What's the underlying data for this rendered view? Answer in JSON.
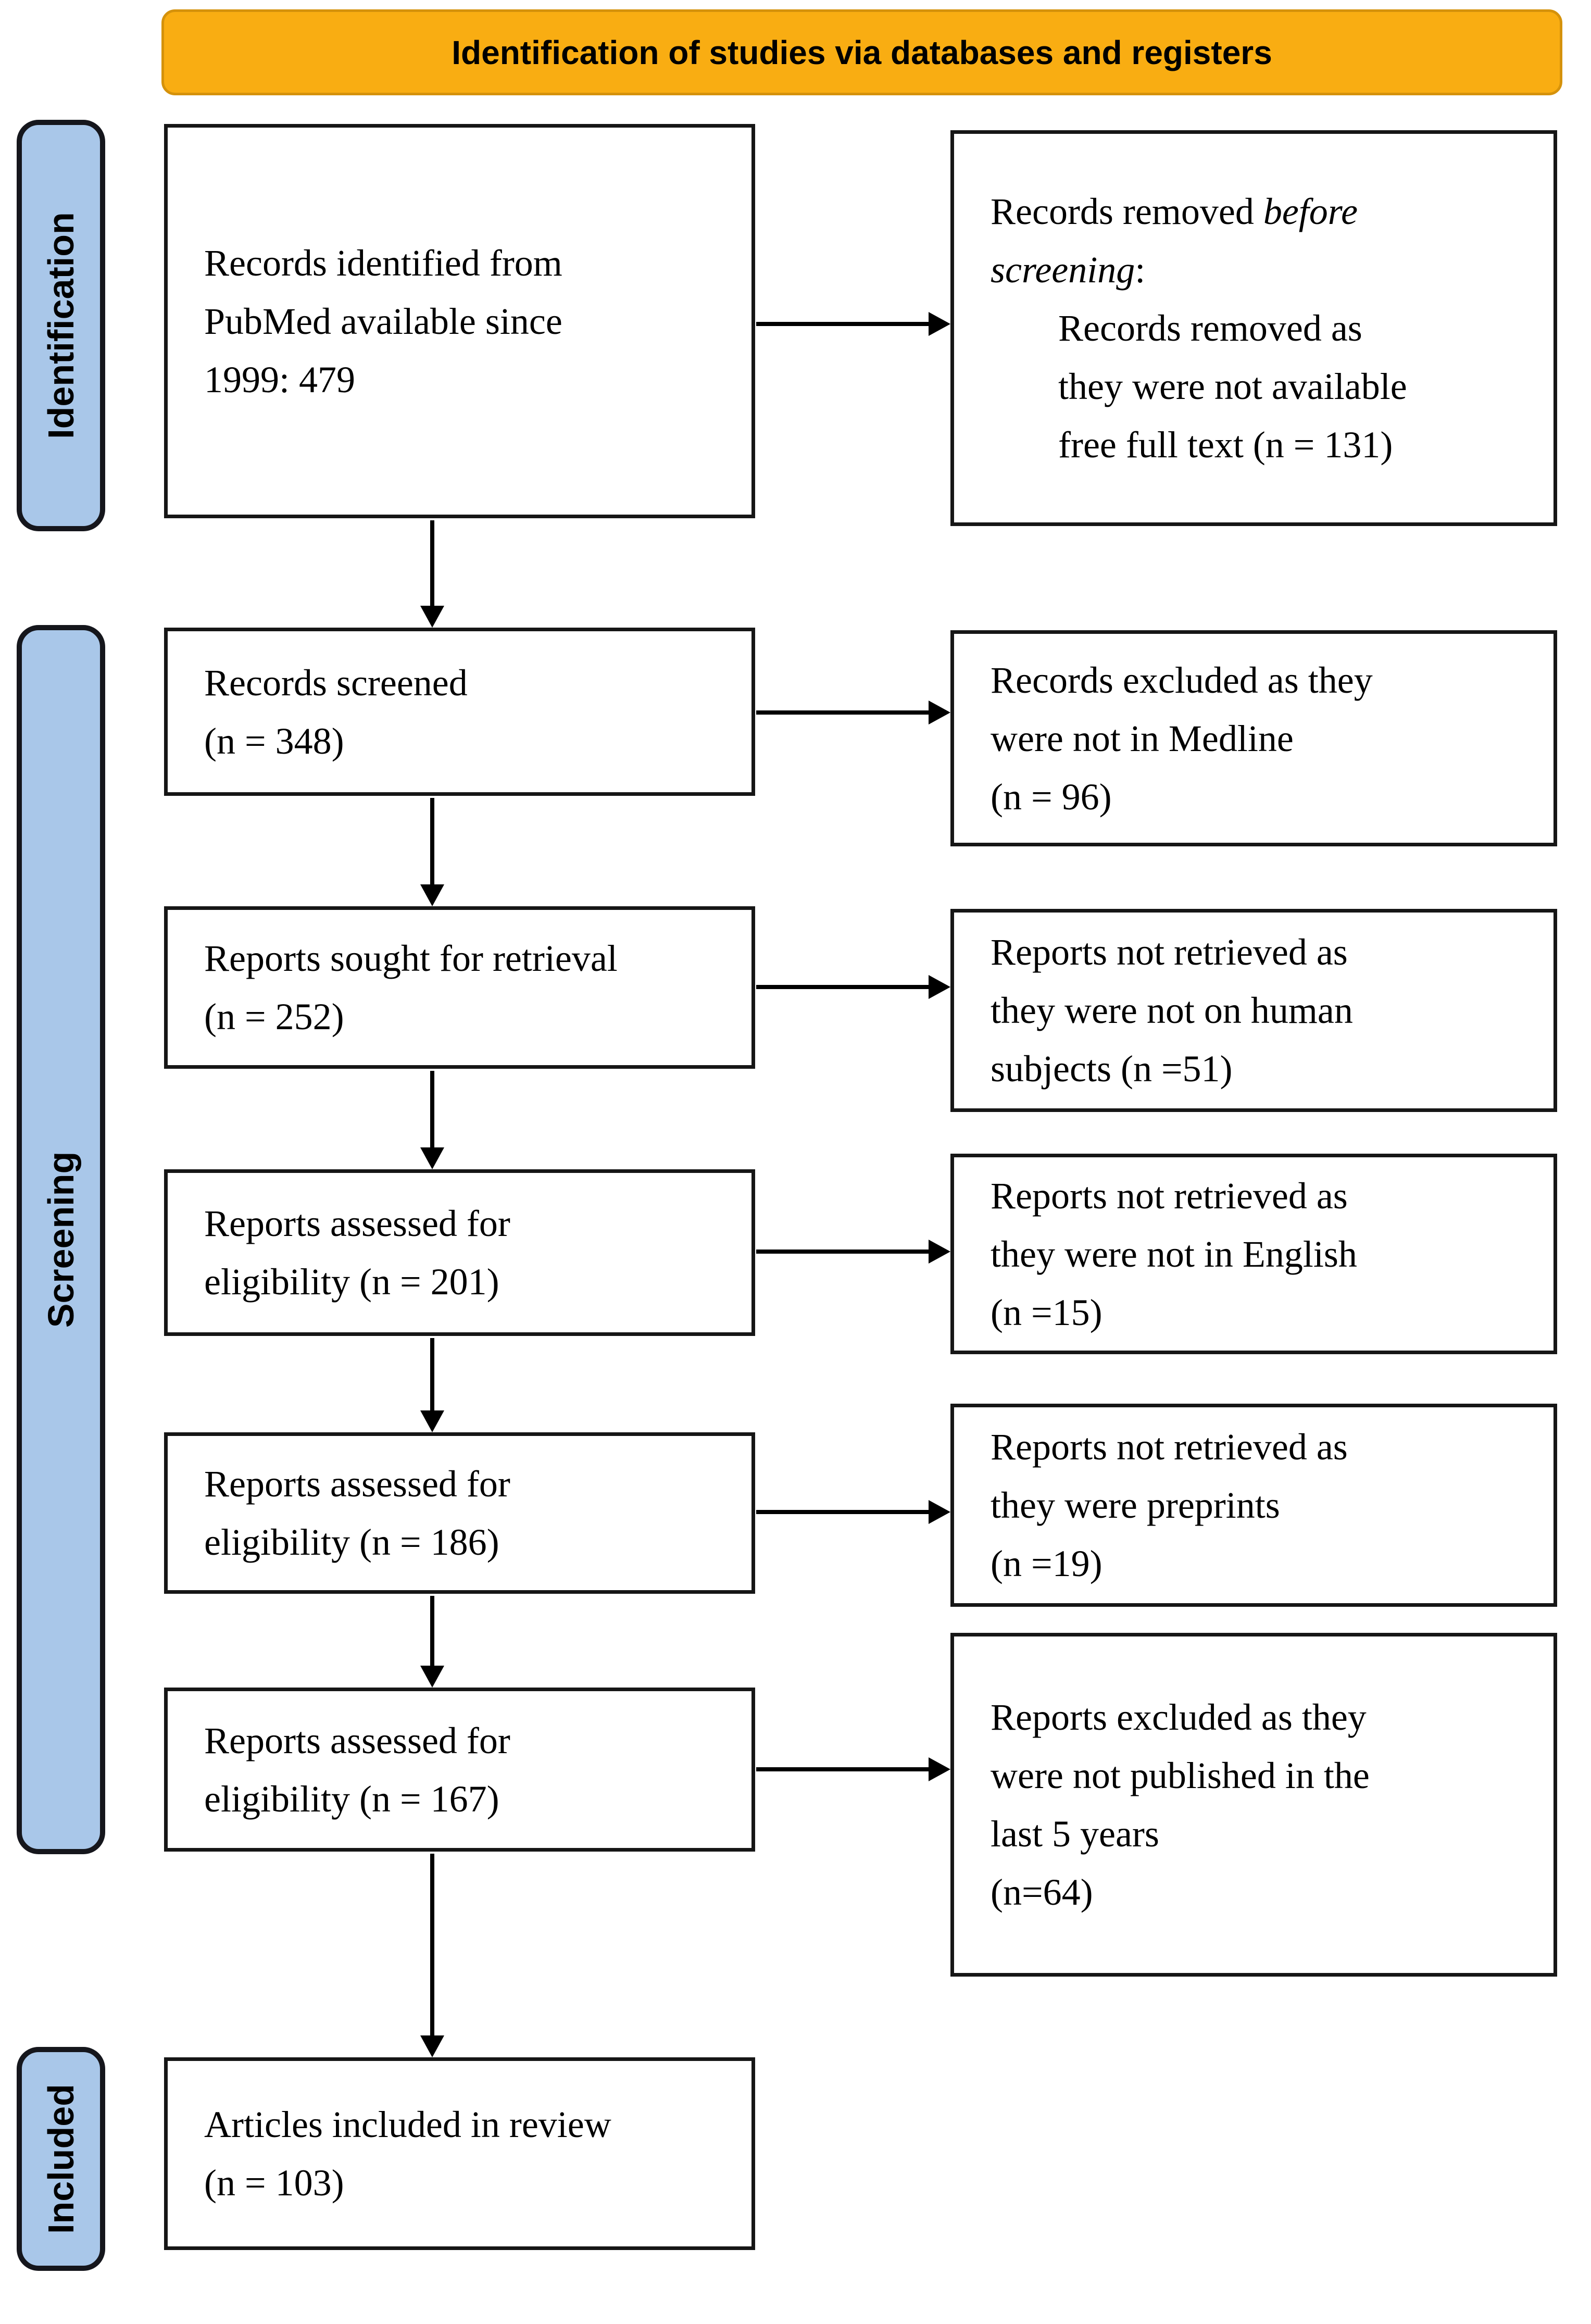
{
  "banner": {
    "label": "Identification of studies via databases and registers"
  },
  "colors": {
    "banner_bg": "#F9AD12",
    "banner_border": "#D5920B",
    "stage_bg": "#A9C7E9",
    "stage_border": "#15161C",
    "box_border": "#161616"
  },
  "stages": [
    {
      "label": "Identification"
    },
    {
      "label": "Screening"
    },
    {
      "label": "Included"
    }
  ],
  "left_boxes": [
    {
      "name": "records-identified",
      "text": "Records identified from\nPubMed available since\n1999: 479"
    },
    {
      "name": "records-screened",
      "text": "Records screened\n(n = 348)"
    },
    {
      "name": "reports-sought-for-retrieval",
      "text": "Reports sought for retrieval\n(n = 252)"
    },
    {
      "name": "reports-assessed-201",
      "text": "Reports assessed for\neligibility (n = 201)"
    },
    {
      "name": "reports-assessed-186",
      "text": "Reports assessed for\neligibility (n = 186)"
    },
    {
      "name": "reports-assessed-167",
      "text": "Reports assessed for\neligibility (n = 167)"
    },
    {
      "name": "articles-included",
      "text": "Articles included in review\n(n = 103)"
    }
  ],
  "right_boxes": [
    {
      "name": "records-removed-before-screening",
      "intro_normal": "Records removed ",
      "intro_italic": "before\nscreening",
      "intro_suffix": ":",
      "detail": "Records removed as\nthey were not available\nfree full text (n = 131)"
    },
    {
      "name": "records-excluded-medline",
      "text": "Records excluded as they\nwere not in Medline\n(n = 96)"
    },
    {
      "name": "reports-not-retrieved-human-subjects",
      "text": "Reports not retrieved as\nthey were not on human\nsubjects (n =51)"
    },
    {
      "name": "reports-not-retrieved-english",
      "text": "Reports not retrieved as\nthey were not in English\n(n =15)"
    },
    {
      "name": "reports-not-retrieved-preprints",
      "text": "Reports not retrieved as\nthey were preprints\n(n =19)"
    },
    {
      "name": "reports-excluded-5-years",
      "text": "Reports excluded as they\nwere not published in the\nlast 5 years\n(n=64)"
    }
  ]
}
